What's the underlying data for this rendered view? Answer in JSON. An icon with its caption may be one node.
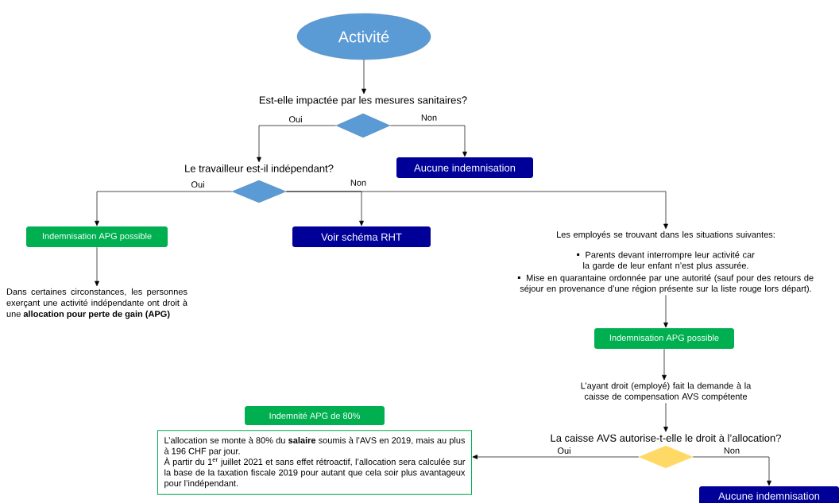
{
  "diagram": {
    "nodes": [
      {
        "text": [
          "Activité"
        ]
      },
      {
        "text": [
          "Est-elle impactée par les mesures sanitaires?"
        ]
      },
      {
        "text": [],
        "shape": "diamond"
      },
      {
        "text": [
          "Aucune indemnisation"
        ]
      },
      {
        "text": [
          "Le travailleur est-il indépendant?"
        ]
      },
      {
        "text": [],
        "shape": "diamond"
      },
      {
        "text": [
          "Indemnisation APG possible"
        ]
      },
      {
        "text": [
          "Voir schéma RHT"
        ]
      },
      {
        "text": [
          "Les employés se trouvant dans les situations suivantes:",
          "Parents devant interrompre leur activité car la garde de leur enfant n’est plus assurée.",
          "Mise en quarantaine ordonnée par une autorité (sauf pour des retours de séjour en provenance d’une région présente sur la liste rouge lors départ)."
        ]
      },
      {
        "text": [
          "Dans certaines circonstances, les personnes exerçant une activité indépendante ont droit à une **allocation pour perte de gain (APG)**"
        ]
      },
      {
        "text": [
          "Indemnisation APG possible"
        ]
      },
      {
        "text": [
          "L’ayant droit (employé) fait la demande à la caisse de compensation AVS compétente"
        ]
      },
      {
        "text": [
          "La caisse AVS autorise-t-elle le droit à l’allocation?"
        ]
      },
      {
        "text": [],
        "shape": "diamond"
      },
      {
        "text": [
          "Indemnité APG de 80%"
        ]
      },
      {
        "text": [
          "L’allocation se monte à 80% du **salaire** soumis à l’AVS en 2019, mais au plus à 196 CHF par jour.",
          "À partir du 1$^{er}$ juillet 2021 et sans effet rétroactif, l’allocation sera calculée sur la base de la taxation fiscale 2019 pour autant que cela soir plus avantageux pour l’indépendant."
        ]
      },
      {
        "text": [
          "Aucune indemnisation"
        ]
      }
    ],
    "edges": [
      {
        "from": 0,
        "to": 1,
        "arrow": "to"
      },
      {
        "from": 2,
        "to": 4,
        "arrow": "to",
        "label": "Oui"
      },
      {
        "from": 2,
        "to": 3,
        "arrow": "to",
        "label": "Non"
      },
      {
        "from": 5,
        "to": 6,
        "arrow": "to",
        "label": "Oui"
      },
      {
        "from": 5,
        "to": 7,
        "arrow": "to",
        "label": "Non"
      },
      {
        "from": 5,
        "to": 8,
        "arrow": "to"
      },
      {
        "from": 6,
        "to": 9,
        "arrow": "to"
      },
      {
        "from": 8,
        "to": 10,
        "arrow": "to"
      },
      {
        "from": 10,
        "to": 11,
        "arrow": "to"
      },
      {
        "from": 11,
        "to": 12,
        "arrow": "to"
      },
      {
        "from": 13,
        "to": 15,
        "arrow": "to",
        "label": "Oui"
      },
      {
        "from": 13,
        "to": 16,
        "arrow": "to",
        "label": "Non"
      }
    ]
  }
}
